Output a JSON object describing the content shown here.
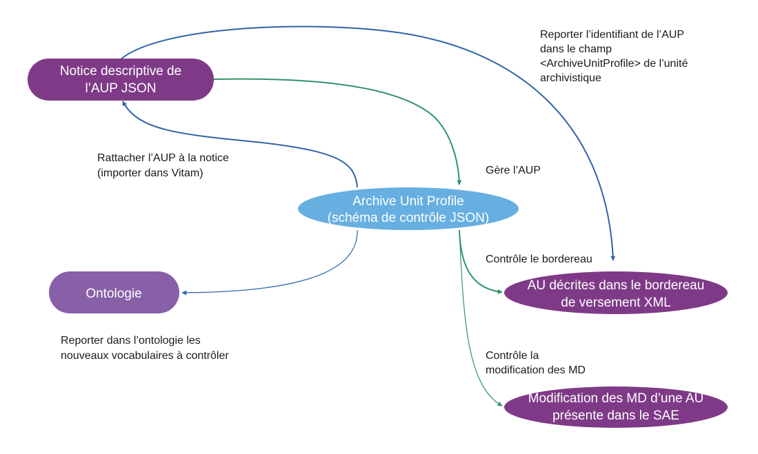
{
  "colors": {
    "node_purple_dark": "#7e3a87",
    "node_purple_light": "#8760a7",
    "node_blue": "#66afe0",
    "edge_blue": "#2e64a8",
    "edge_green": "#2e9466",
    "label_text": "#1a1a1a",
    "node_text": "#ffffff"
  },
  "nodes": {
    "notice": {
      "lines": [
        "Notice descriptive de",
        "l’AUP JSON"
      ]
    },
    "aup": {
      "lines": [
        "Archive Unit Profile",
        "(schéma de contrôle JSON)"
      ]
    },
    "ontologie": {
      "lines": [
        "Ontologie"
      ]
    },
    "au_decrites": {
      "lines": [
        "AU décrites dans le bordereau",
        "de versement XML"
      ]
    },
    "modification": {
      "lines": [
        "Modification des MD d’une AU",
        "présente dans le SAE"
      ]
    }
  },
  "edges": {
    "reporter_identifiant": {
      "from": "notice",
      "to": "au_decrites",
      "color": "blue",
      "label": [
        "Reporter l’identifiant de l’AUP",
        "dans le champ",
        "<ArchiveUnitProfile> de l’unité",
        "archivistique"
      ]
    },
    "gere_aup": {
      "from": "notice",
      "to": "aup",
      "color": "green",
      "label": [
        "Gère l’AUP"
      ]
    },
    "rattacher": {
      "from": "aup",
      "to": "notice",
      "color": "blue",
      "label": [
        "Rattacher l’AUP à la notice",
        "(importer dans Vitam)"
      ]
    },
    "reporter_ontologie": {
      "from": "aup",
      "to": "ontologie",
      "color": "blue",
      "label": [
        "Reporter dans l’ontologie les",
        "nouveaux vocabulaires à contrôler"
      ]
    },
    "controle_bordereau": {
      "from": "aup",
      "to": "au_decrites",
      "color": "green",
      "label": [
        "Contrôle le bordereau"
      ]
    },
    "controle_modification": {
      "from": "aup",
      "to": "modification",
      "color": "green",
      "label": [
        "Contrôle la",
        "modification des MD"
      ]
    }
  }
}
